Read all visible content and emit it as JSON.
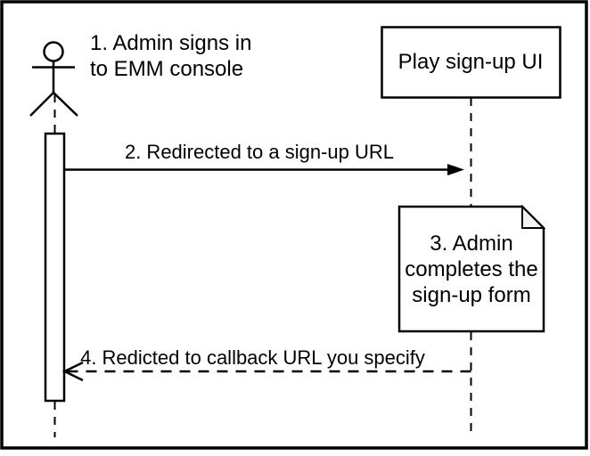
{
  "diagram": {
    "type": "uml-sequence-diagram",
    "background_color": "#ffffff",
    "colors": {
      "stroke": "#000000",
      "text": "#000000",
      "shape_fill": "#ffffff",
      "note_fold_fill": "#f2f2f2"
    },
    "actor": {
      "kind": "stick-figure",
      "label_lines": [
        "1. Admin signs in",
        "to EMM console"
      ]
    },
    "participant": {
      "label": "Play sign-up UI"
    },
    "messages": [
      {
        "label": "2. Redirected to a sign-up URL",
        "from": "actor",
        "to": "participant",
        "line_style": "solid",
        "arrowhead": "filled"
      },
      {
        "label": "4. Redicted to callback URL you specify",
        "from": "participant",
        "to": "actor",
        "line_style": "dashed",
        "arrowhead": "open"
      }
    ],
    "note": {
      "lines": [
        "3. Admin",
        "completes the",
        "sign-up form"
      ]
    }
  }
}
